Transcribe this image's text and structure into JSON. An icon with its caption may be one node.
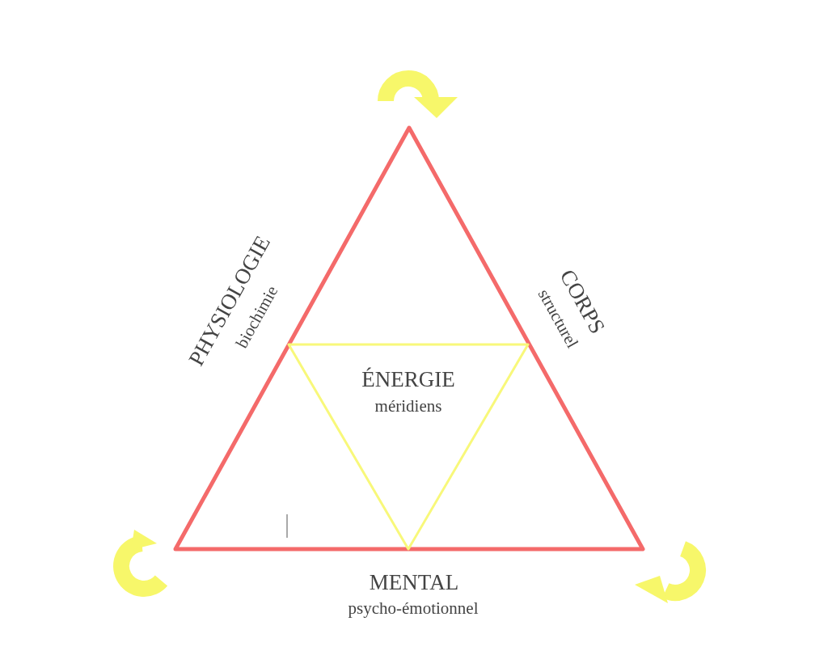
{
  "diagram": {
    "nodes": [
      {
        "text": [],
        "shape": "triangle"
      },
      {
        "text": [
          "ÉNERGIE",
          "méridiens"
        ],
        "in": 0
      }
    ],
    "labels": [
      "PHYSIOLOGIE",
      "biochimie",
      "CORPS",
      "structurel",
      "MENTAL",
      "psycho-émotionnel"
    ]
  }
}
